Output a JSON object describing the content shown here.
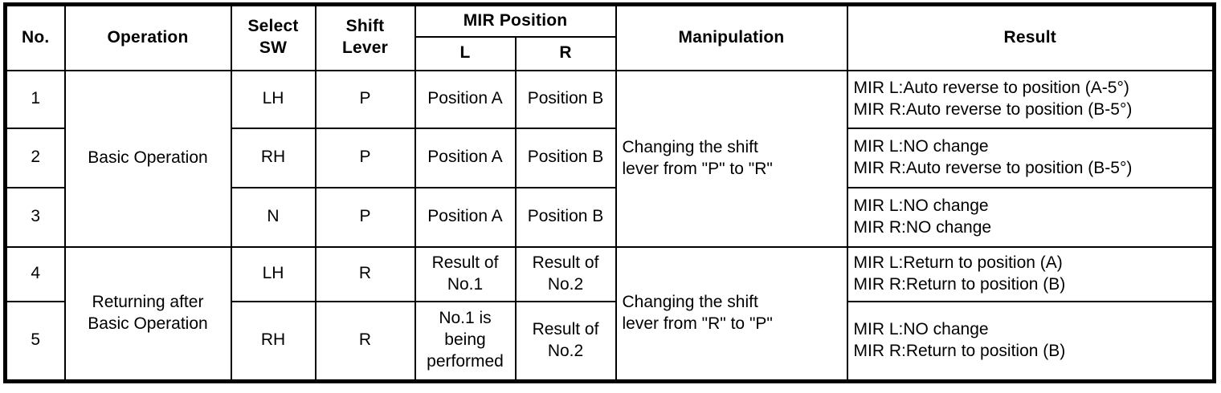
{
  "table": {
    "headers": {
      "no": "No.",
      "operation": "Operation",
      "select_sw": "Select SW",
      "shift_lever": "Shift Lever",
      "mir_position": "MIR Position",
      "mir_l": "L",
      "mir_r": "R",
      "manipulation": "Manipulation",
      "result": "Result"
    },
    "groups": [
      {
        "operation": "Basic Operation",
        "manipulation": "Changing the shift lever from \"P\" to \"R\""
      },
      {
        "operation": "Returning after Basic Operation",
        "manipulation": "Changing the shift lever from \"R\" to \"P\""
      }
    ],
    "rows": [
      {
        "no": "1",
        "select_sw": "LH",
        "shift_lever": "P",
        "mir_l": "Position A",
        "mir_r": "Position B",
        "result_l": "MIR L:Auto reverse to position (A-5°)",
        "result_r": "MIR R:Auto reverse to position (B-5°)"
      },
      {
        "no": "2",
        "select_sw": "RH",
        "shift_lever": "P",
        "mir_l": "Position A",
        "mir_r": "Position B",
        "result_l": "MIR L:NO change",
        "result_r": "MIR R:Auto reverse to position (B-5°)"
      },
      {
        "no": "3",
        "select_sw": "N",
        "shift_lever": "P",
        "mir_l": "Position A",
        "mir_r": "Position B",
        "result_l": "MIR L:NO change",
        "result_r": "MIR R:NO change"
      },
      {
        "no": "4",
        "select_sw": "LH",
        "shift_lever": "R",
        "mir_l": "Result of No.1",
        "mir_r": "Result of No.2",
        "result_l": "MIR L:Return to position (A)",
        "result_r": "MIR R:Return to position (B)"
      },
      {
        "no": "5",
        "select_sw": "RH",
        "shift_lever": "R",
        "mir_l": "No.1 is being performed",
        "mir_r": "Result of No.2",
        "result_l": "MIR L:NO change",
        "result_r": "MIR R:Return to position (B)"
      }
    ]
  }
}
